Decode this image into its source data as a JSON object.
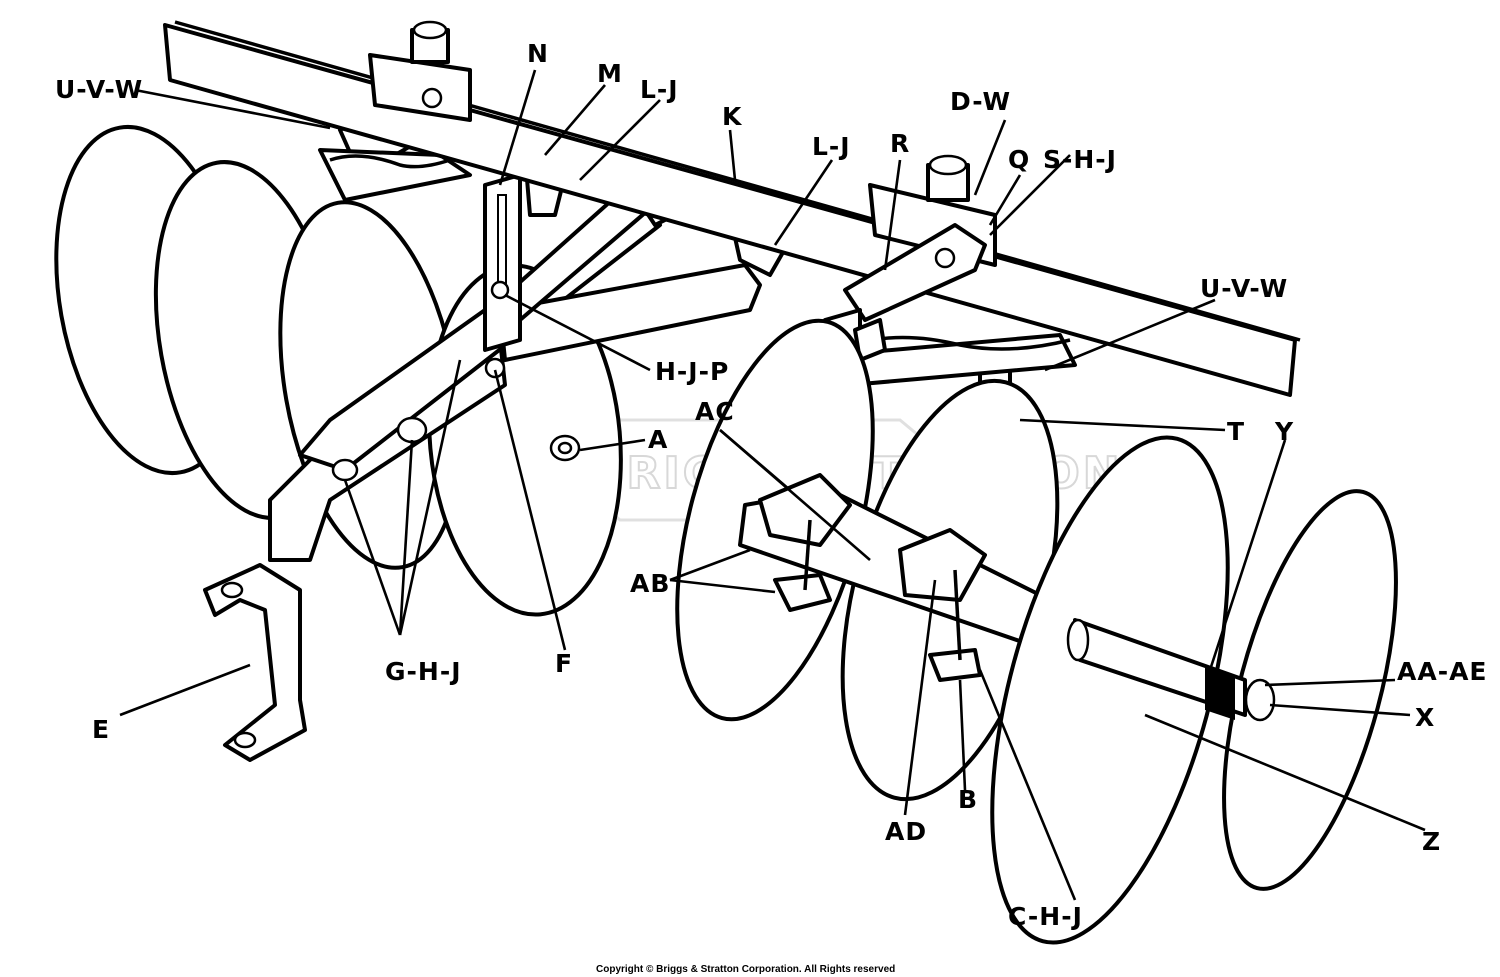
{
  "watermark": "BRIGGS&STRATTON",
  "copyright": "Copyright © Briggs & Stratton Corporation. All Rights reserved",
  "callouts": [
    {
      "id": "uvw-top",
      "text": "U-V-W"
    },
    {
      "id": "n",
      "text": "N"
    },
    {
      "id": "m",
      "text": "M"
    },
    {
      "id": "lj-left",
      "text": "L-J"
    },
    {
      "id": "k",
      "text": "K"
    },
    {
      "id": "lj-right",
      "text": "L-J"
    },
    {
      "id": "r",
      "text": "R"
    },
    {
      "id": "dw",
      "text": "D-W"
    },
    {
      "id": "q",
      "text": "Q"
    },
    {
      "id": "shj",
      "text": "S-H-J"
    },
    {
      "id": "uvw-right",
      "text": "U-V-W"
    },
    {
      "id": "hjp",
      "text": "H-J-P"
    },
    {
      "id": "ac",
      "text": "AC"
    },
    {
      "id": "a",
      "text": "A"
    },
    {
      "id": "t",
      "text": "T"
    },
    {
      "id": "y",
      "text": "Y"
    },
    {
      "id": "ab",
      "text": "AB"
    },
    {
      "id": "f",
      "text": "F"
    },
    {
      "id": "ghj",
      "text": "G-H-J"
    },
    {
      "id": "aaae",
      "text": "AA-AE"
    },
    {
      "id": "x",
      "text": "X"
    },
    {
      "id": "e",
      "text": "E"
    },
    {
      "id": "b",
      "text": "B"
    },
    {
      "id": "ad",
      "text": "AD"
    },
    {
      "id": "z",
      "text": "Z"
    },
    {
      "id": "chj",
      "text": "C-H-J"
    }
  ]
}
